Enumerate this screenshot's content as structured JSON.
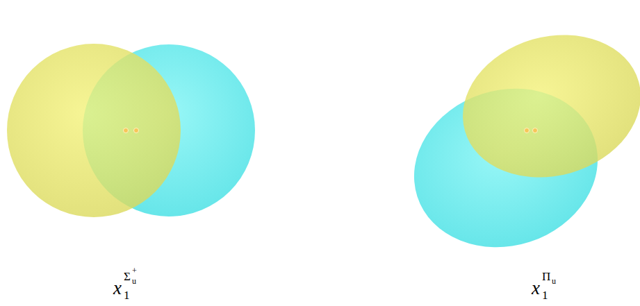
{
  "diagram": {
    "labels": [
      "x",
      "1",
      "Σ",
      "u",
      "+",
      "x",
      "1",
      "Π",
      "u"
    ]
  }
}
